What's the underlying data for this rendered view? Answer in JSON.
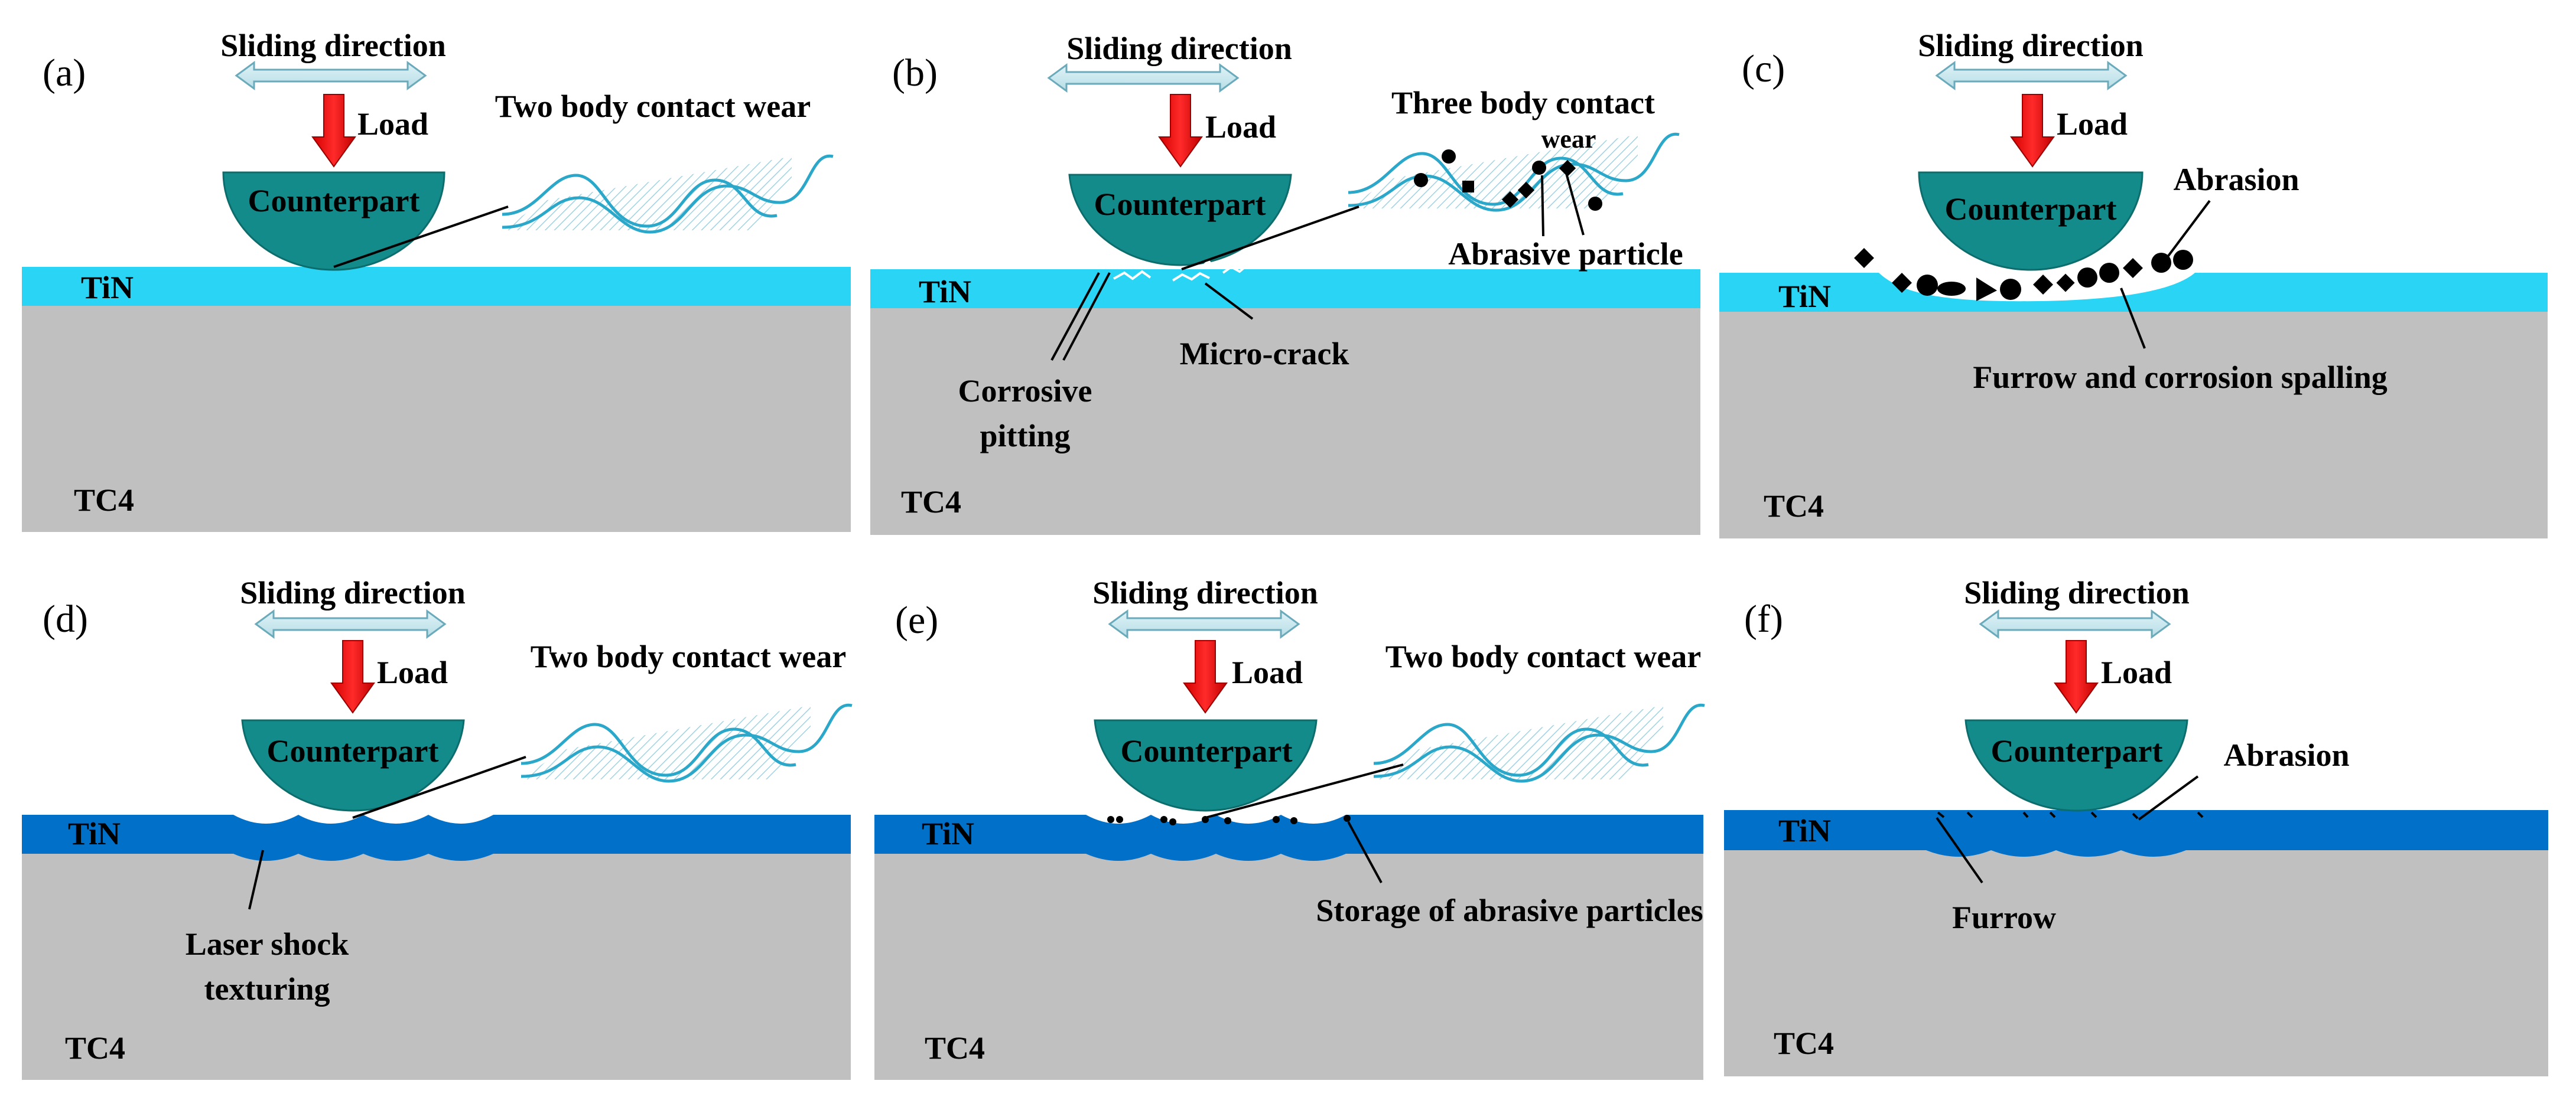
{
  "figure": {
    "panels": [
      {
        "id": "a",
        "letter": "(a)",
        "coating": "TiN",
        "substrate": "TC4",
        "direction": "Sliding direction",
        "load": "Load",
        "counterpart": "Counterpart",
        "labels": [
          "Two body contact wear"
        ],
        "coating_color": "#29d4f5",
        "surface": "flat"
      },
      {
        "id": "b",
        "letter": "(b)",
        "coating": "TiN",
        "substrate": "TC4",
        "direction": "Sliding direction",
        "load": "Load",
        "counterpart": "Counterpart",
        "labels": [
          "Three body contact",
          "wear",
          "Abrasive particle",
          "Micro-crack",
          "Corrosive",
          "pitting"
        ],
        "coating_color": "#29d4f5",
        "surface": "flat"
      },
      {
        "id": "c",
        "letter": "(c)",
        "coating": "TiN",
        "substrate": "TC4",
        "direction": "Sliding direction",
        "load": "Load",
        "counterpart": "Counterpart",
        "labels": [
          "Abrasion",
          "Furrow and corrosion  spalling"
        ],
        "coating_color": "#29d4f5",
        "surface": "spalled"
      },
      {
        "id": "d",
        "letter": "(d)",
        "coating": "TiN",
        "substrate": "TC4",
        "direction": "Sliding direction",
        "load": "Load",
        "counterpart": "Counterpart",
        "labels": [
          "Two body contact wear",
          "Laser shock",
          "texturing"
        ],
        "coating_color": "#0070c8",
        "surface": "textured"
      },
      {
        "id": "e",
        "letter": "(e)",
        "coating": "TiN",
        "substrate": "TC4",
        "direction": "Sliding direction",
        "load": "Load",
        "counterpart": "Counterpart",
        "labels": [
          "Two body contact wear",
          "Storage of abrasive particles"
        ],
        "coating_color": "#0070c8",
        "surface": "textured"
      },
      {
        "id": "f",
        "letter": "(f)",
        "coating": "TiN",
        "substrate": "TC4",
        "direction": "Sliding direction",
        "load": "Load",
        "counterpart": "Counterpart",
        "labels": [
          "Abrasion",
          "Furrow"
        ],
        "coating_color": "#0070c8",
        "surface": "textured-worn"
      }
    ],
    "colors": {
      "substrate": "#c0c0c0",
      "counterpart": "#138b8b",
      "arrow_red": "#ff1a1a",
      "direction_arrow": "#c6e6ec",
      "wave": "#2aa7c9"
    }
  }
}
